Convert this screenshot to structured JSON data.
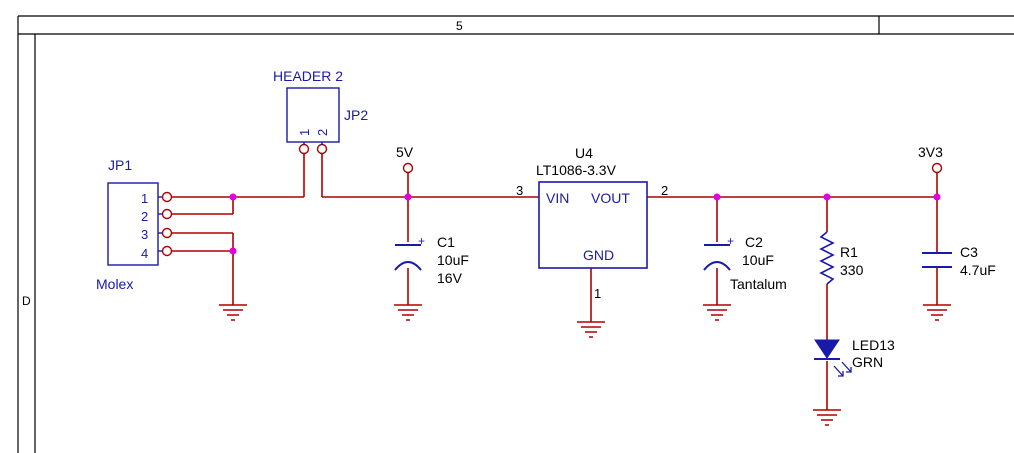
{
  "frame": {
    "zone_label": "5",
    "row_label": "D"
  },
  "components": {
    "jp1": {
      "ref": "JP1",
      "value": "Molex",
      "pins": [
        "1",
        "2",
        "3",
        "4"
      ]
    },
    "jp2": {
      "ref": "JP2",
      "value": "HEADER 2",
      "pins": [
        "1",
        "2"
      ]
    },
    "u4": {
      "ref": "U4",
      "value": "LT1086-3.3V",
      "pin_vin": "VIN",
      "pin_vout": "VOUT",
      "pin_gnd": "GND",
      "pin_num_vin": "3",
      "pin_num_vout": "2",
      "pin_num_gnd": "1"
    },
    "c1": {
      "ref": "C1",
      "value": "10uF",
      "rating": "16V",
      "polarity": "+"
    },
    "c2": {
      "ref": "C2",
      "value": "10uF",
      "rating": "Tantalum",
      "polarity": "+"
    },
    "c3": {
      "ref": "C3",
      "value": "4.7uF"
    },
    "r1": {
      "ref": "R1",
      "value": "330"
    },
    "led13": {
      "ref": "LED13",
      "value": "GRN"
    }
  },
  "nets": {
    "v5": "5V",
    "v3v3": "3V3"
  },
  "colors": {
    "wire": "#b00000",
    "part": "#1a1aa8",
    "junction": "#e000e0",
    "frame": "#000000"
  }
}
